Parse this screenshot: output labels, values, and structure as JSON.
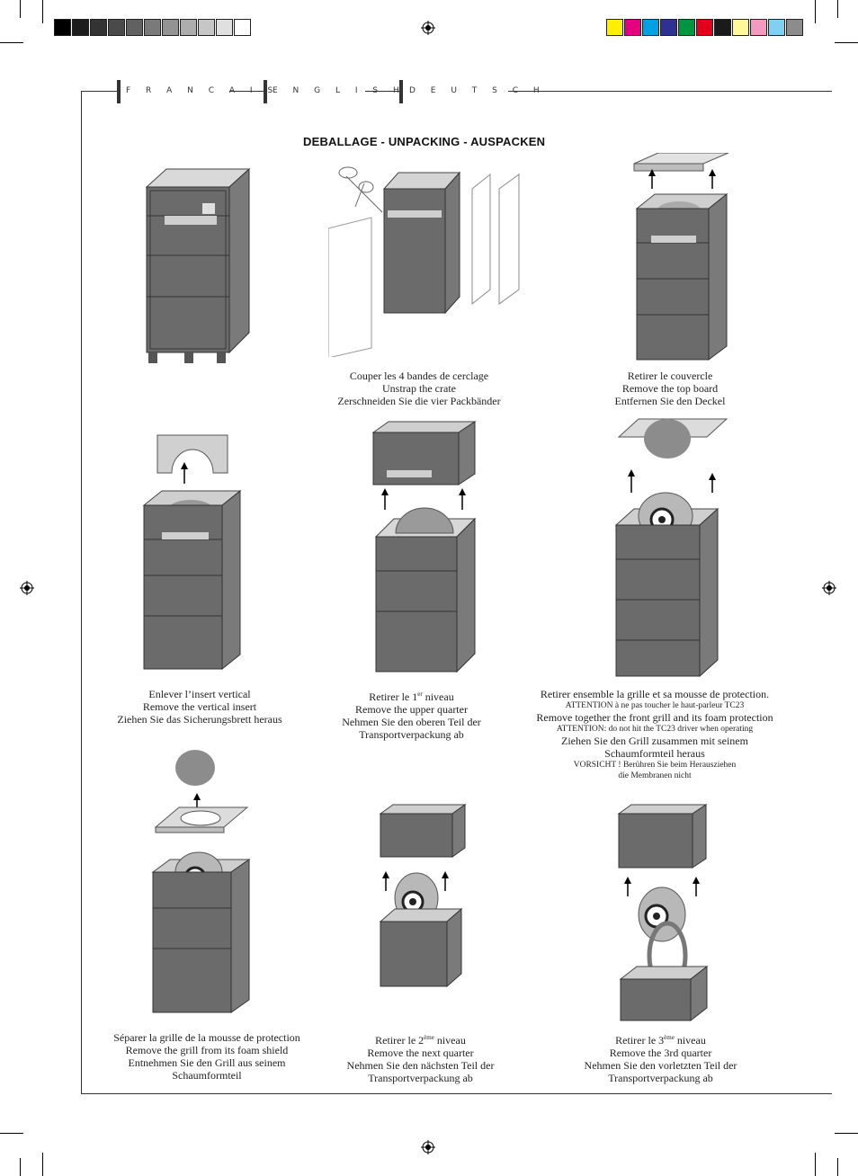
{
  "colors": {
    "gray_scale": [
      "#000000",
      "#1c1c1c",
      "#333333",
      "#4a4a4a",
      "#616161",
      "#7a7a7a",
      "#939393",
      "#adadad",
      "#c6c6c6",
      "#e0e0e0",
      "#ffffff"
    ],
    "process": [
      "#ffef00",
      "#e5007e",
      "#00a0e3",
      "#2e3192",
      "#00963f",
      "#e3001b",
      "#1a1a1a",
      "#fff799",
      "#f49ac1",
      "#7fd0f1",
      "#8c8c8c"
    ]
  },
  "header": {
    "languages": [
      "F R A N C A I S",
      "E N G L I S H",
      "D E U T S C H"
    ]
  },
  "title": "DEBALLAGE - UNPACKING - AUSPACKEN",
  "steps": [
    {
      "lines": [
        "Couper les 4 bandes de cerclage",
        "Unstrap the crate",
        "Zerschneiden Sie die vier Packbänder"
      ]
    },
    {
      "lines": [
        "Retirer le couvercle",
        "Remove the top board",
        "Entfernen Sie den Deckel"
      ]
    },
    {
      "lines": [
        "Enlever l’insert vertical",
        "Remove the vertical insert",
        "Ziehen Sie das Sicherungsbrett heraus"
      ]
    },
    {
      "line1_pre": "Retirer le 1",
      "line1_sup": "er",
      "line1_post": " niveau",
      "lines": [
        "Remove the upper quarter",
        "Nehmen Sie den oberen Teil der",
        "Transportverpackung ab"
      ]
    },
    {
      "lines": [
        "Retirer ensemble  la grille et sa mousse de protection.",
        "ATTENTION à ne pas toucher le haut-parleur TC23",
        "Remove together the front grill and its  foam protection",
        "ATTENTION: do not hit the TC23 driver when operating",
        "Ziehen Sie den Grill zusammen mit seinem",
        "Schaumformteil heraus",
        "VORSICHT ! Berühren Sie beim Herausziehen",
        "die Membranen nicht"
      ]
    },
    {
      "lines": [
        "Séparer la grille de la mousse de protection",
        "Remove the grill from its foam shield",
        "Entnehmen Sie den Grill aus seinem",
        "Schaumformteil"
      ]
    },
    {
      "line1_pre": "Retirer le 2",
      "line1_sup": "ème",
      "line1_post": " niveau",
      "lines": [
        "Remove the next quarter",
        "Nehmen Sie den nächsten Teil der",
        "Transportverpackung ab"
      ]
    },
    {
      "line1_pre": "Retirer le 3",
      "line1_sup": "ème",
      "line1_post": " niveau",
      "lines": [
        "Remove the 3rd quarter",
        "Nehmen Sie den vorletzten Teil der",
        "Transportverpackung ab"
      ]
    }
  ]
}
